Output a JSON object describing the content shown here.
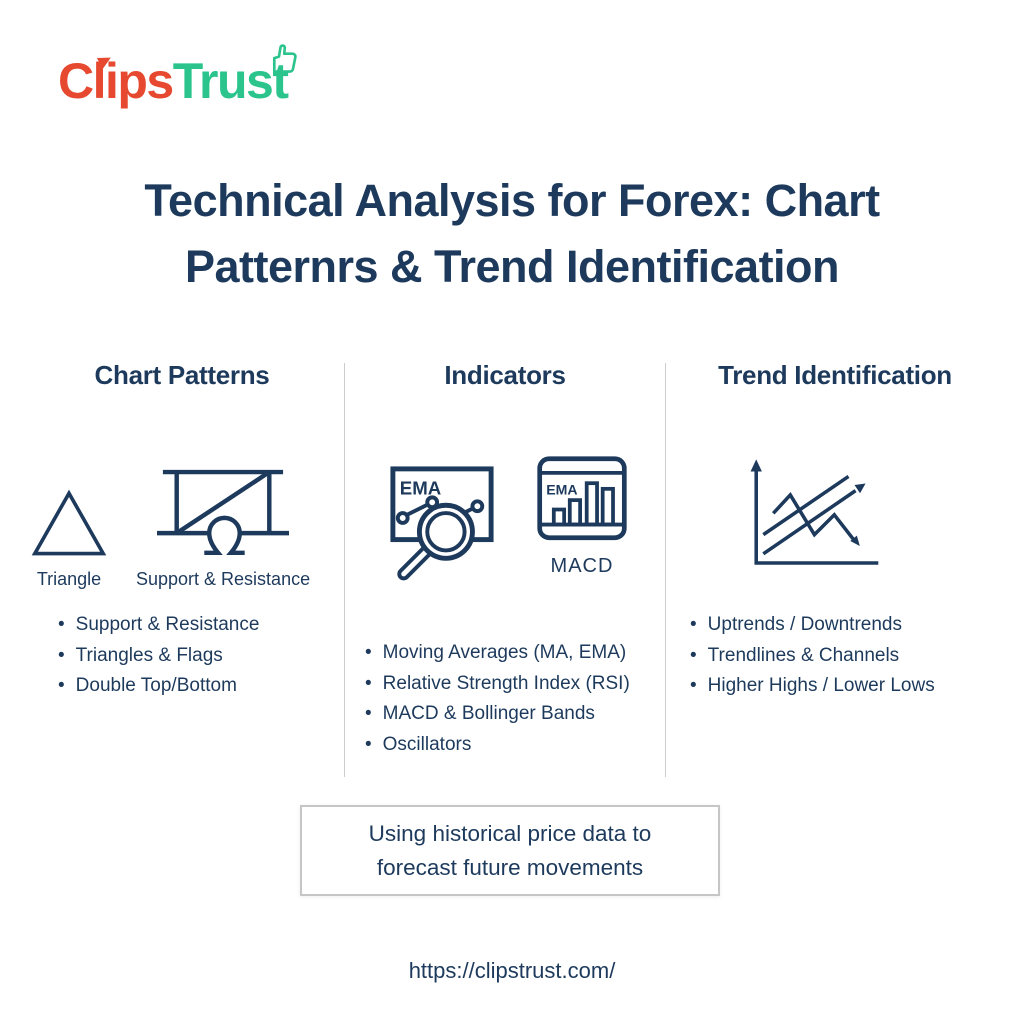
{
  "colors": {
    "navy": "#1d3a5c",
    "logo_red": "#e6492f",
    "logo_green": "#2cc48d",
    "divider": "#cccccc",
    "box_border": "#c6c6c6",
    "background": "#ffffff"
  },
  "logo": {
    "part1": "Clips",
    "part2": "Trust"
  },
  "title": "Technical Analysis for Forex: Chart Patternrs & Trend Identification",
  "columns": [
    {
      "header": "Chart Patterns",
      "icon_labels": [
        "Triangle",
        "Support & Resistance"
      ],
      "bullets": [
        "Support & Resistance",
        "Triangles & Flags",
        "Double Top/Bottom"
      ]
    },
    {
      "header": "Indicators",
      "icon_inner_text": "EMA",
      "icon_label": "MACD",
      "bullets": [
        "Moving Averages (MA, EMA)",
        "Relative Strength Index (RSI)",
        "MACD & Bollinger Bands",
        "Oscillators"
      ]
    },
    {
      "header": "Trend Identification",
      "bullets": [
        "Uptrends / Downtrends",
        "Trendlines & Channels",
        "Higher Highs / Lower Lows"
      ]
    }
  ],
  "note_box": {
    "text": "Using historical price data to forecast future movements"
  },
  "footer": {
    "url": "https://clipstrust.com/"
  }
}
